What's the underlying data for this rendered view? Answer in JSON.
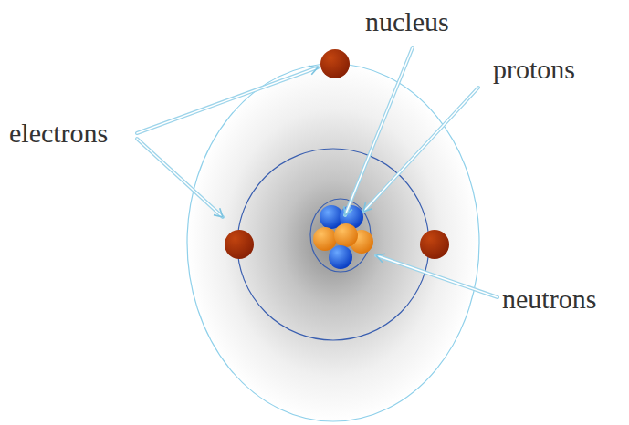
{
  "diagram": {
    "labels": [
      "electrons",
      "nucleus",
      "protons",
      "neutrons"
    ]
  }
}
